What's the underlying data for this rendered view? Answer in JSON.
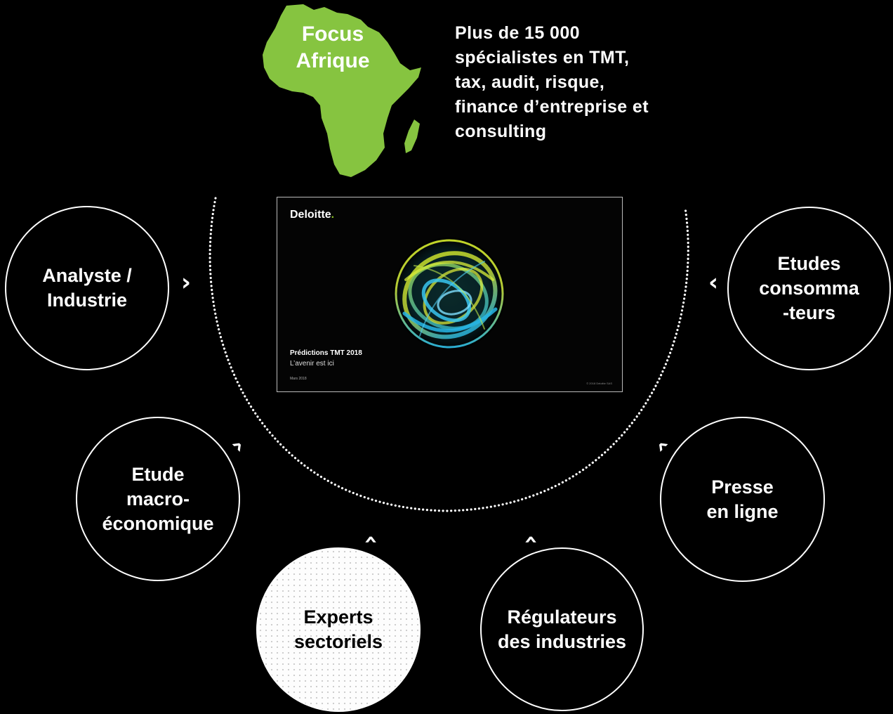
{
  "colors": {
    "background": "#000000",
    "africa_green": "#86c440",
    "deloitte_green": "#86bc25",
    "node_border": "#ffffff",
    "highlight_node_fill": "#fdfdfd"
  },
  "focus": {
    "label": "Focus\nAfrique",
    "icon": "africa-map-icon"
  },
  "fact": {
    "text": "Plus de 15 000\nspécialistes en TMT,\ntax, audit, risque,\nfinance d’entreprise et\nconsulting"
  },
  "report": {
    "brand": "Deloitte",
    "brand_dot": ".",
    "title": "Prédictions TMT 2018",
    "subtitle": "L’avenir est ici",
    "date": "Mars 2018",
    "copyright": "© 2018 Deloitte SAS",
    "image": "abstract-sphere-icon"
  },
  "sources": [
    {
      "id": "analyst",
      "label": "Analyste /\nIndustrie",
      "highlight": false
    },
    {
      "id": "consumers",
      "label": "Etudes\nconsomma\n-teurs",
      "highlight": false
    },
    {
      "id": "macro",
      "label": "Etude\nmacro-\néconomique",
      "highlight": false
    },
    {
      "id": "press",
      "label": "Presse\nen ligne",
      "highlight": false
    },
    {
      "id": "experts",
      "label": "Experts\nsectoriels",
      "highlight": true
    },
    {
      "id": "regulators",
      "label": "Régulateurs\ndes industries",
      "highlight": false
    }
  ]
}
